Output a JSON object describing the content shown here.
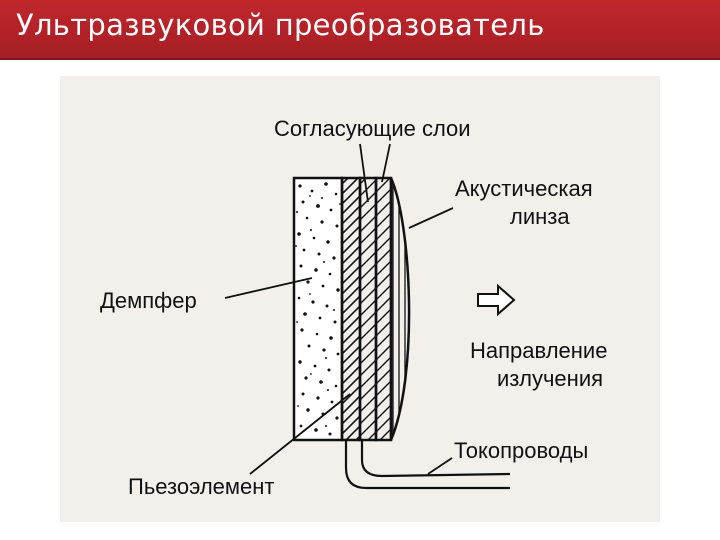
{
  "slide": {
    "title": "Ультразвуковой преобразователь"
  },
  "diagram": {
    "labels": {
      "matching_layers": "Согласующие слои",
      "acoustic_lens_line1": "Акустическая",
      "acoustic_lens_line2": "линза",
      "damper": "Демпфер",
      "direction_line1": "Направление",
      "direction_line2": "излучения",
      "current_leads": "Токопроводы",
      "piezo_element": "Пьезоэлемент"
    },
    "colors": {
      "title_bar": "#b3232a",
      "ink": "#111111",
      "figure_background": "#f3f0ec"
    }
  }
}
